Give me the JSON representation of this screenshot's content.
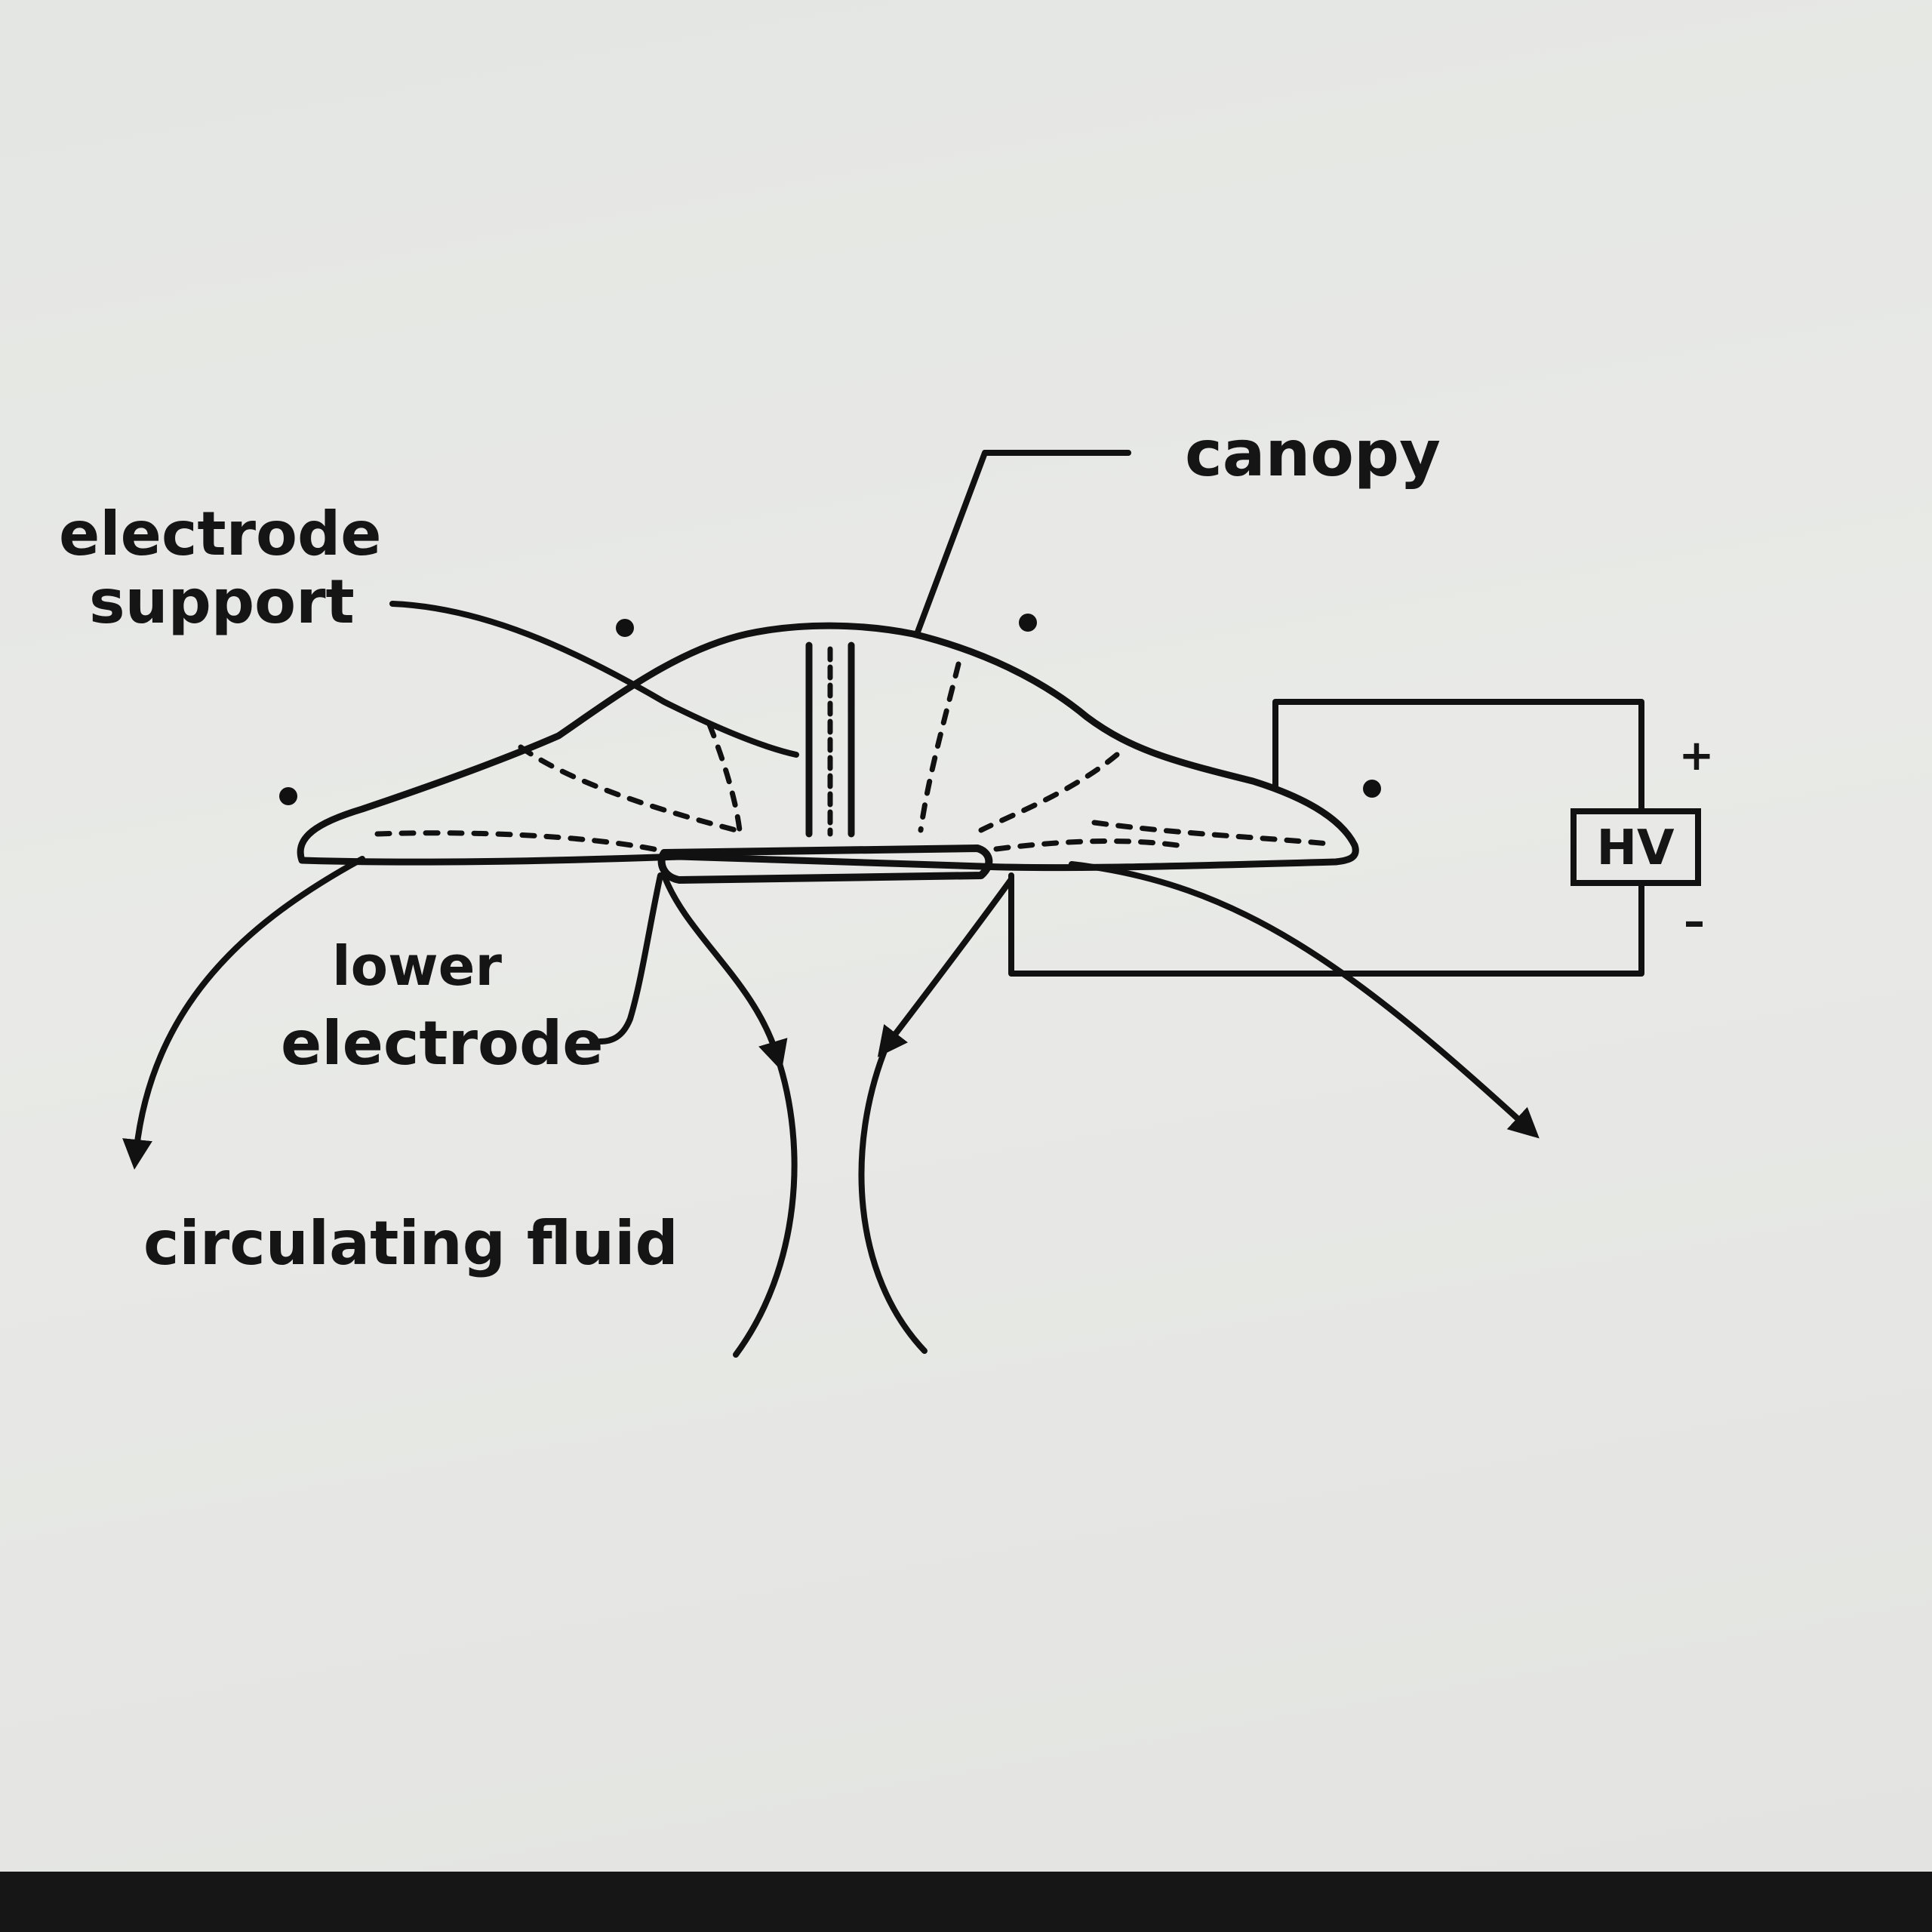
{
  "diagram": {
    "labels": {
      "canopy": "canopy",
      "electrode_support_line1": "electrode",
      "electrode_support_line2": "support",
      "lower_electrode_line1": "lower",
      "lower_electrode_line2": "electrode",
      "circulating_fluid": "circulating fluid",
      "hv": "HV",
      "plus": "+",
      "minus": "–"
    },
    "colors": {
      "ink": "#111111",
      "paper": "#e7e8e5",
      "bezel": "#161616"
    }
  }
}
